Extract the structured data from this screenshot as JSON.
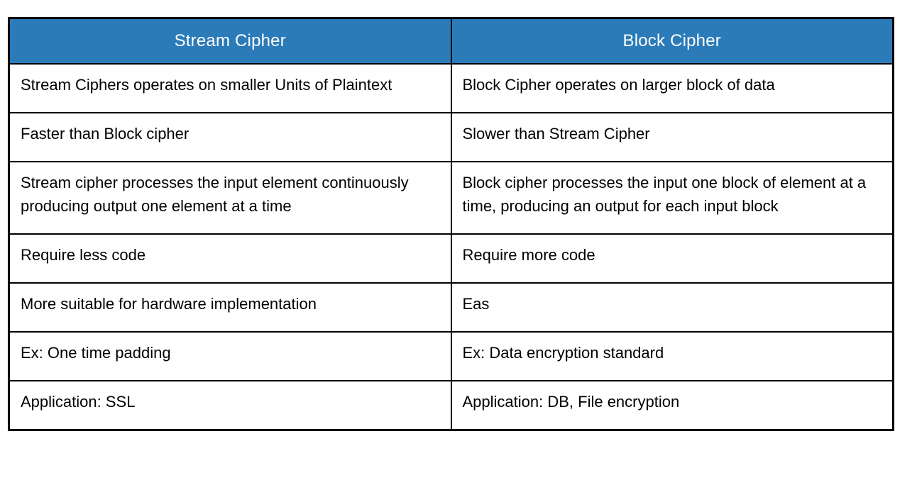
{
  "table": {
    "headers": [
      "Stream Cipher",
      "Block Cipher"
    ],
    "rows": [
      [
        "Stream Ciphers operates on smaller Units of Plaintext",
        "Block Cipher operates on larger block of data"
      ],
      [
        "Faster than Block cipher",
        "Slower than Stream Cipher"
      ],
      [
        "Stream cipher processes the input element continuously producing output one element at a time",
        "Block cipher processes the input one block of element at a time, producing an output for each input block"
      ],
      [
        "Require less code",
        "Require more code"
      ],
      [
        "More suitable for hardware implementation",
        "Eas"
      ],
      [
        "Ex: One time padding",
        "Ex: Data encryption standard"
      ],
      [
        "Application: SSL",
        "Application: DB, File encryption"
      ]
    ],
    "colors": {
      "header_bg": "#2b7bb9",
      "header_text": "#ffffff",
      "border": "#000000",
      "body_text": "#000000"
    }
  }
}
